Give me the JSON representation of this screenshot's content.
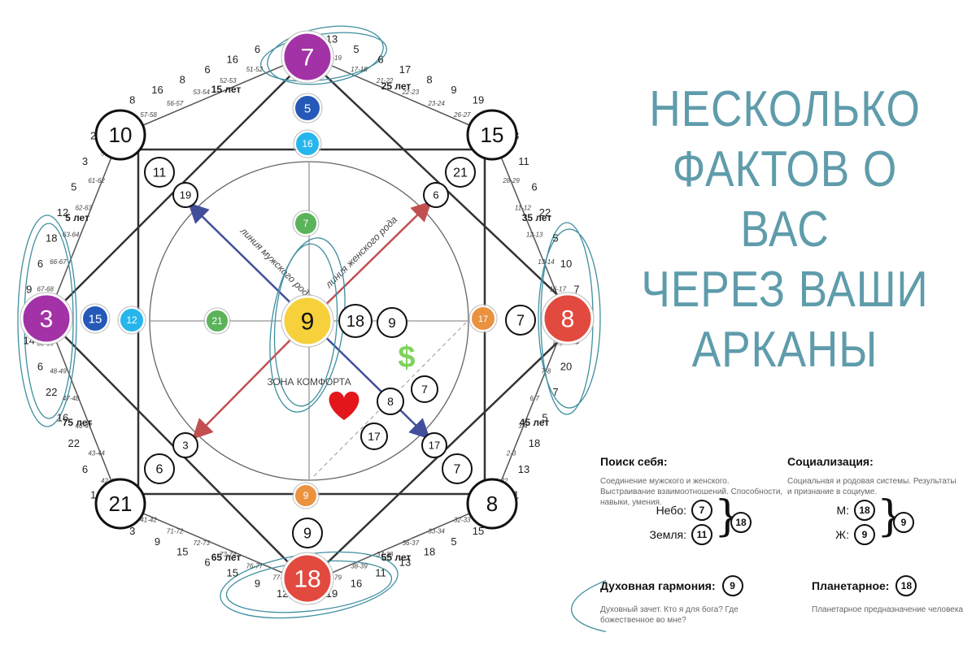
{
  "headline": [
    "НЕСКОЛЬКО",
    "ФАКТОВ О ВАС",
    "ЧЕРЕЗ ВАШИ",
    "АРКАНЫ"
  ],
  "colors": {
    "headline": "#5f9cab",
    "purple": "#a232a6",
    "red": "#e24a3f",
    "blue": "#2559b8",
    "cyan": "#26b6ec",
    "green": "#5bb35a",
    "yellow": "#f6d13c",
    "orange": "#ea9240",
    "male_line": "#434e9a",
    "female_line": "#c25050",
    "dollar": "#7ed35a",
    "heart": "#e3161b",
    "highlight": "#3f8ea0"
  },
  "matrix": {
    "top": "7",
    "bottom": "18",
    "left": "3",
    "right": "8",
    "center": "9",
    "top_inner": "5",
    "top_inner2": "16",
    "top_inner3": "7",
    "left_inner": "15",
    "left_inner2": "12",
    "left_inner3": "21",
    "bottom_inner": "9",
    "bottom_inner2": "9",
    "right_inner": "17",
    "right_inner2": "7",
    "corner_tl": "10",
    "corner_tr": "15",
    "corner_bl": "21",
    "corner_br": "8",
    "corner_tl_inner": "11",
    "corner_tr_inner": "21",
    "corner_bl_inner": "6",
    "corner_br_inner": "7",
    "diag_tl": "19",
    "diag_tr": "6",
    "diag_bl": "3",
    "diag_br": "17",
    "center_r1": "18",
    "center_r2": "9",
    "money_a": "7",
    "money_b": "8",
    "money_c": "17",
    "male_line_label": "линия мужского рода",
    "female_line_label": "линия женского рода",
    "comfort_zone": "ЗОНА КОМФОРТА",
    "dollar": "$"
  },
  "ages": {
    "a15": "15 лет",
    "a25": "25 лет",
    "a35": "35 лет",
    "a45": "45 лет",
    "a55": "55 лет",
    "a65": "65 лет",
    "a75": "75 лет",
    "a5": "5 лет"
  },
  "rim_numbers": [
    "13",
    "5",
    "6",
    "17",
    "8",
    "9",
    "19",
    "18",
    "11",
    "6",
    "22",
    "5",
    "10",
    "7",
    "8",
    "20",
    "7",
    "5",
    "18",
    "13",
    "21",
    "15",
    "5",
    "18",
    "13",
    "11",
    "16",
    "19",
    "12",
    "9",
    "15",
    "6",
    "15",
    "9",
    "3",
    "14",
    "6",
    "22",
    "16",
    "22",
    "6",
    "14",
    "9",
    "6",
    "18",
    "12",
    "5",
    "3",
    "21",
    "8",
    "16",
    "8",
    "6",
    "16",
    "6"
  ],
  "rim_ranges": [
    "18-19",
    "17-18",
    "21-22",
    "22-23",
    "23-24",
    "26-27",
    "27-28",
    "28-29",
    "11-12",
    "12-13",
    "13-14",
    "16-17",
    "8-9",
    "7-8",
    "6-7",
    "3-4",
    "2-3",
    "31-32",
    "32-33",
    "33-34",
    "36-37",
    "37-38",
    "38-39",
    "78-79",
    "77-78",
    "76-77",
    "73-74",
    "72-73",
    "71-72",
    "41-42",
    "42-43",
    "43-44",
    "46-47",
    "47-48",
    "48-49",
    "68-69",
    "67-68",
    "66-67",
    "63-64",
    "62-63",
    "61-62",
    "58-59",
    "57-58",
    "56-57",
    "53-54",
    "52-53",
    "51-52"
  ],
  "panel_search": {
    "title": "Поиск себя:",
    "desc": "Соединение мужского и женского. Выстраивание взаимоотношений. Способности, навыки, умения.",
    "sky_label": "Небо:",
    "sky": "7",
    "earth_label": "Земля:",
    "earth": "11",
    "sum": "18"
  },
  "panel_social": {
    "title": "Социализация:",
    "desc": "Социальная и родовая системы. Результаты и признание в социуме.",
    "m_label": "М:",
    "m": "18",
    "f_label": "Ж:",
    "f": "9",
    "sum": "9"
  },
  "panel_spirit": {
    "title": "Духовная гармония:",
    "value": "9",
    "desc": "Духовный зачет. Кто я для бога? Где божественное во мне?"
  },
  "panel_planet": {
    "title": "Планетарное:",
    "value": "18",
    "desc": "Планетарное предназначение человека"
  }
}
